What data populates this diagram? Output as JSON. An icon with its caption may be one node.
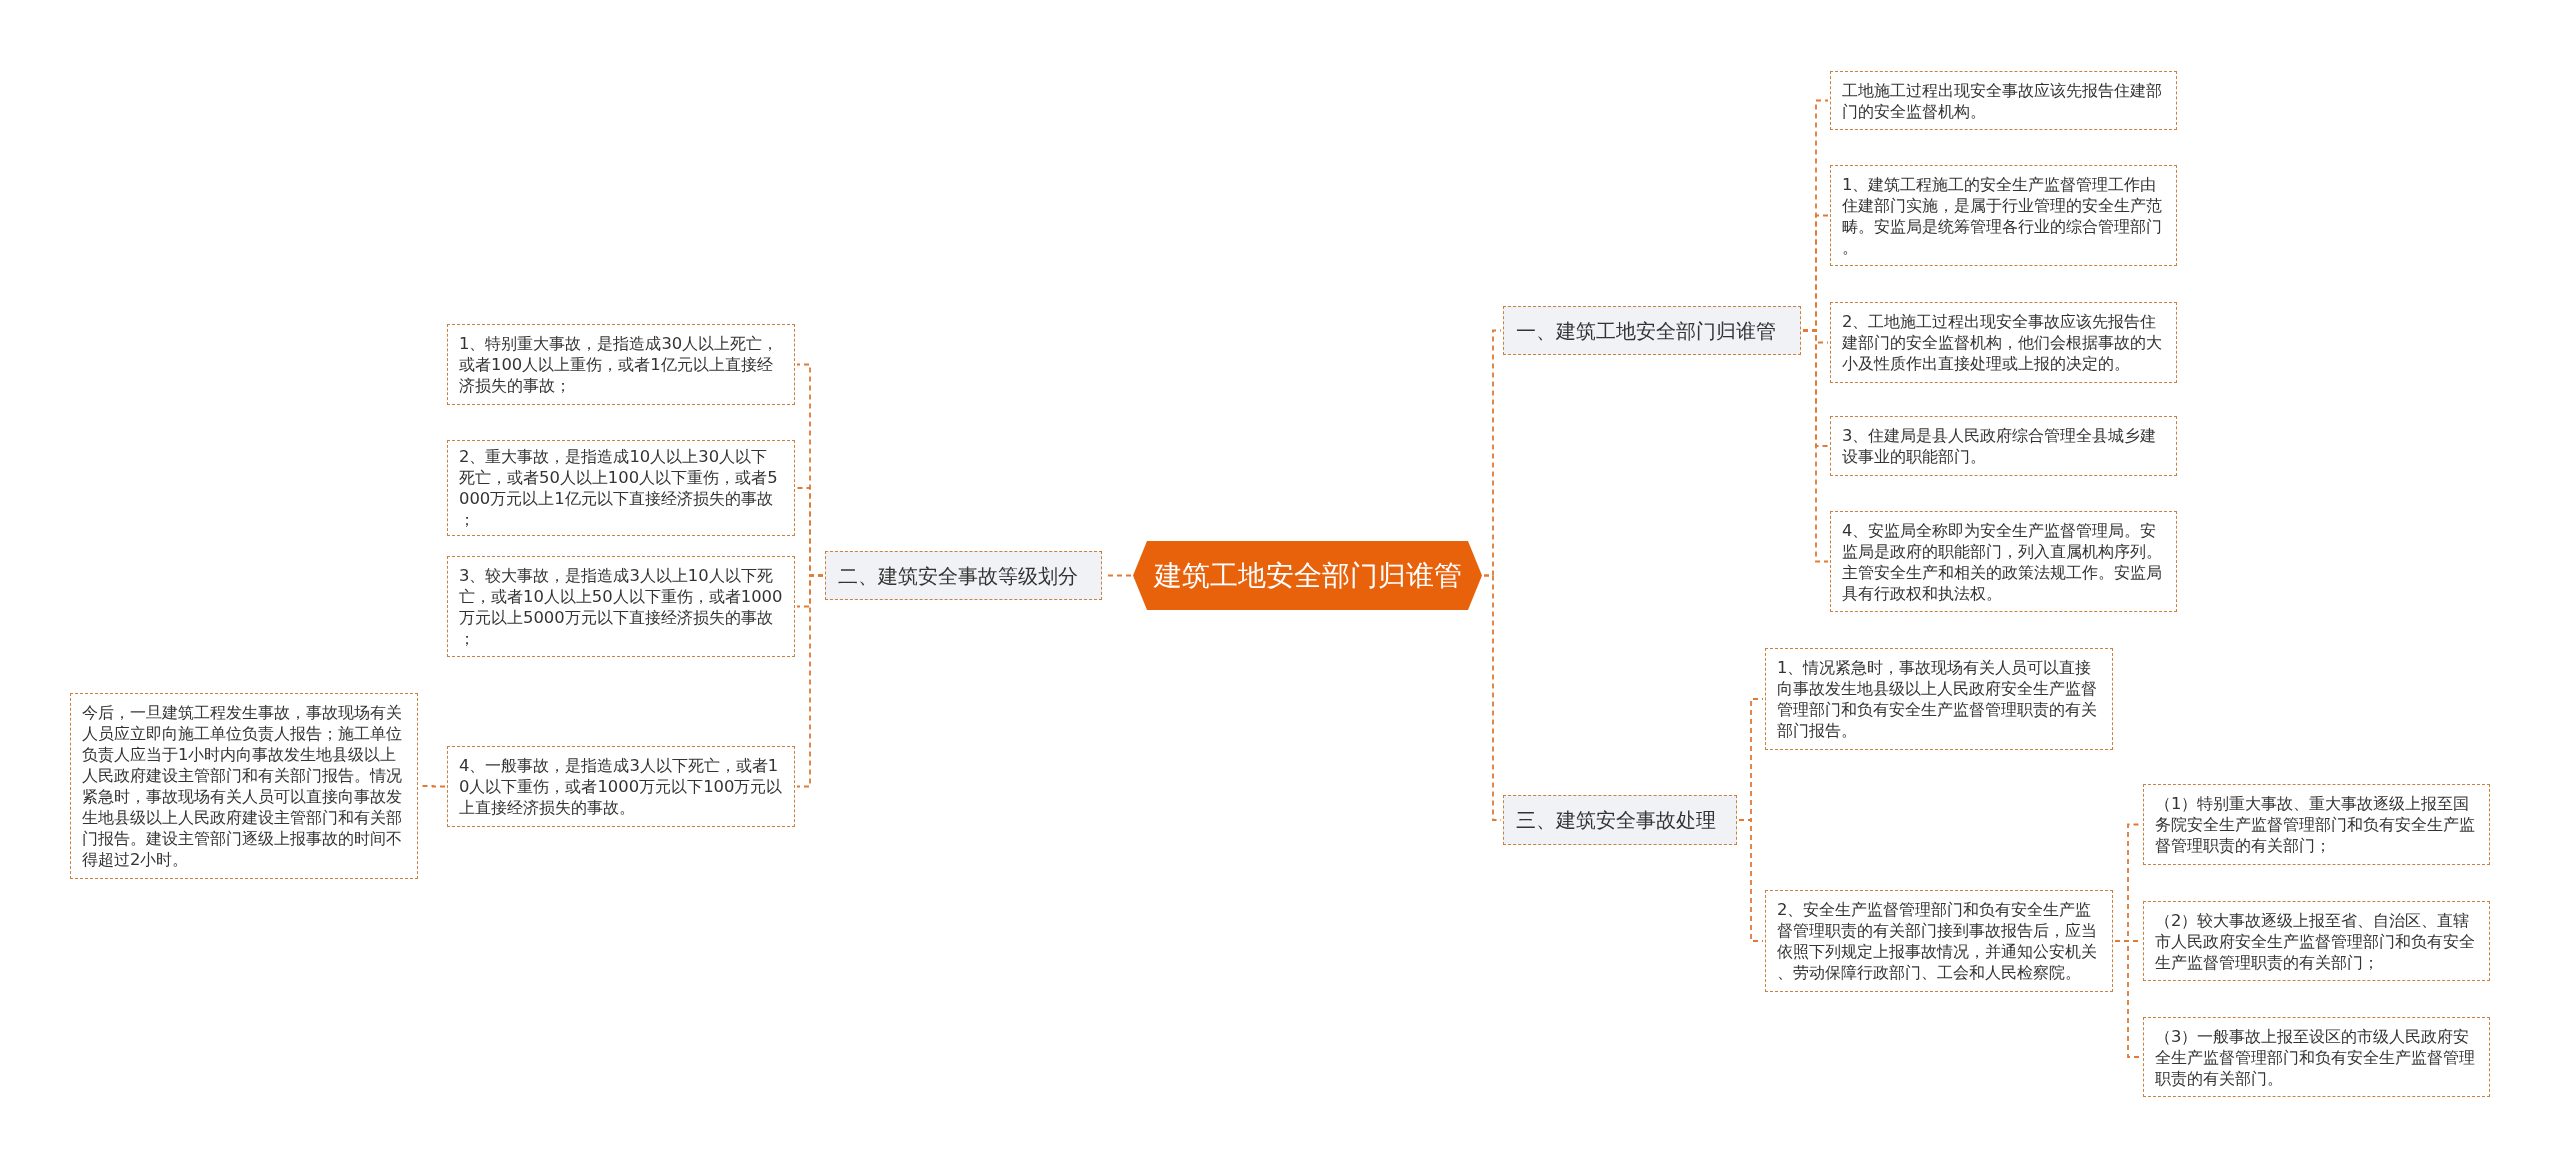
{
  "diagram": {
    "nodes": [
      {
        "text": [
          "建筑工地安全部门归谁管"
        ]
      },
      {
        "text": [
          "一、建筑工地安全部门归谁管"
        ]
      },
      {
        "text": [
          "工地施工过程出现安全事故应该先报告住建部门的安全监督机构。"
        ]
      },
      {
        "text": [
          "1、建筑工程施工的安全生产监督管理工作由住建部门实施，是属于行业管理的安全生产范畴。安监局是统筹管理各行业的综合管理部门。"
        ]
      },
      {
        "text": [
          "2、工地施工过程出现安全事故应该先报告住建部门的安全监督机构，他们会根据事故的大小及性质作出直接处理或上报的决定的。"
        ]
      },
      {
        "text": [
          "3、住建局是县人民政府综合管理全县城乡建设事业的职能部门。"
        ]
      },
      {
        "text": [
          "4、安监局全称即为安全生产监督管理局。安监局是政府的职能部门，列入直属机构序列。主管安全生产和相关的政策法规工作。安监局具有行政权和执法权。"
        ]
      },
      {
        "text": [
          "二、建筑安全事故等级划分"
        ]
      },
      {
        "text": [
          "1、特别重大事故，是指造成30人以上死亡，或者100人以上重伤，或者1亿元以上直接经济损失的事故；"
        ]
      },
      {
        "text": [
          "2、重大事故，是指造成10人以上30人以下死亡，或者50人以上100人以下重伤，或者5000万元以上1亿元以下直接经济损失的事故；"
        ]
      },
      {
        "text": [
          "3、较大事故，是指造成3人以上10人以下死亡，或者10人以上50人以下重伤，或者1000万元以上5000万元以下直接经济损失的事故；"
        ]
      },
      {
        "text": [
          "4、一般事故，是指造成3人以下死亡，或者10人以下重伤，或者1000万元以下100万元以上直接经济损失的事故。"
        ]
      },
      {
        "text": [
          "今后，一旦建筑工程发生事故，事故现场有关人员应立即向施工单位负责人报告；施工单位负责人应当于1小时内向事故发生地县级以上人民政府建设主管部门和有关部门报告。情况紧急时，事故现场有关人员可以直接向事故发生地县级以上人民政府建设主管部门和有关部门报告。建设主管部门逐级上报事故的时间不得超过2小时。"
        ]
      },
      {
        "text": [
          "三、建筑安全事故处理"
        ]
      },
      {
        "text": [
          "1、情况紧急时，事故现场有关人员可以直接向事故发生地县级以上人民政府安全生产监督管理部门和负有安全生产监督管理职责的有关部门报告。"
        ]
      },
      {
        "text": [
          "2、安全生产监督管理部门和负有安全生产监督管理职责的有关部门接到事故报告后，应当依照下列规定上报事故情况，并通知公安机关、劳动保障行政部门、工会和人民检察院。"
        ]
      },
      {
        "text": [
          "（1）特别重大事故、重大事故逐级上报至国务院安全生产监督管理部门和负有安全生产监督管理职责的有关部门；"
        ]
      },
      {
        "text": [
          "（2）较大事故逐级上报至省、自治区、直辖市人民政府安全生产监督管理部门和负有安全生产监督管理职责的有关部门；"
        ]
      },
      {
        "text": [
          "（3）一般事故上报至设区的市级人民政府安全生产监督管理部门和负有安全生产监督管理职责的有关部门。"
        ]
      }
    ],
    "edges": [
      {
        "from": 0,
        "to": 1,
        "arrow": "none"
      },
      {
        "from": 1,
        "to": 2,
        "arrow": "none"
      },
      {
        "from": 1,
        "to": 3,
        "arrow": "none"
      },
      {
        "from": 1,
        "to": 4,
        "arrow": "none"
      },
      {
        "from": 1,
        "to": 5,
        "arrow": "none"
      },
      {
        "from": 1,
        "to": 6,
        "arrow": "none"
      },
      {
        "from": 0,
        "to": 7,
        "arrow": "none"
      },
      {
        "from": 7,
        "to": 8,
        "arrow": "none"
      },
      {
        "from": 7,
        "to": 9,
        "arrow": "none"
      },
      {
        "from": 7,
        "to": 10,
        "arrow": "none"
      },
      {
        "from": 7,
        "to": 11,
        "arrow": "none"
      },
      {
        "from": 11,
        "to": 12,
        "arrow": "none"
      },
      {
        "from": 0,
        "to": 13,
        "arrow": "none"
      },
      {
        "from": 13,
        "to": 14,
        "arrow": "none"
      },
      {
        "from": 13,
        "to": 15,
        "arrow": "none"
      },
      {
        "from": 15,
        "to": 16,
        "arrow": "none"
      },
      {
        "from": 15,
        "to": 17,
        "arrow": "none"
      },
      {
        "from": 15,
        "to": 18,
        "arrow": "none"
      }
    ]
  }
}
